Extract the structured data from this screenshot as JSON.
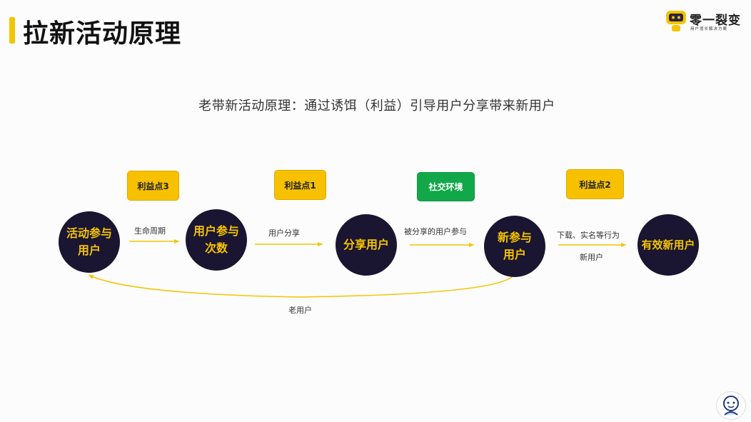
{
  "title": "拉新活动原理",
  "logo": {
    "name": "零一裂变",
    "tagline": "用户增长解决方案"
  },
  "subtitle": "老带新活动原理：通过诱饵（利益）引导用户分享带来新用户",
  "nodes": [
    {
      "line1": "活动参与",
      "line2": "用户"
    },
    {
      "line1": "用户参与",
      "line2": "次数"
    },
    {
      "line1": "分享用户",
      "line2": ""
    },
    {
      "line1": "新参与",
      "line2": "用户"
    },
    {
      "line1": "有效新用户",
      "line2": ""
    }
  ],
  "tags": {
    "benefit3": "利益点3",
    "benefit1": "利益点1",
    "social": "社交环境",
    "benefit2": "利益点2"
  },
  "edges": {
    "lifecycle": "生命周期",
    "user_share": "用户分享",
    "shared_join": "被分享的用户参与",
    "download": "下载、实名等行为",
    "new_user": "新用户",
    "old_user": "老用户"
  },
  "colors": {
    "accent": "#f5c400",
    "node_bg": "#1a1530",
    "green": "#12a84a"
  }
}
